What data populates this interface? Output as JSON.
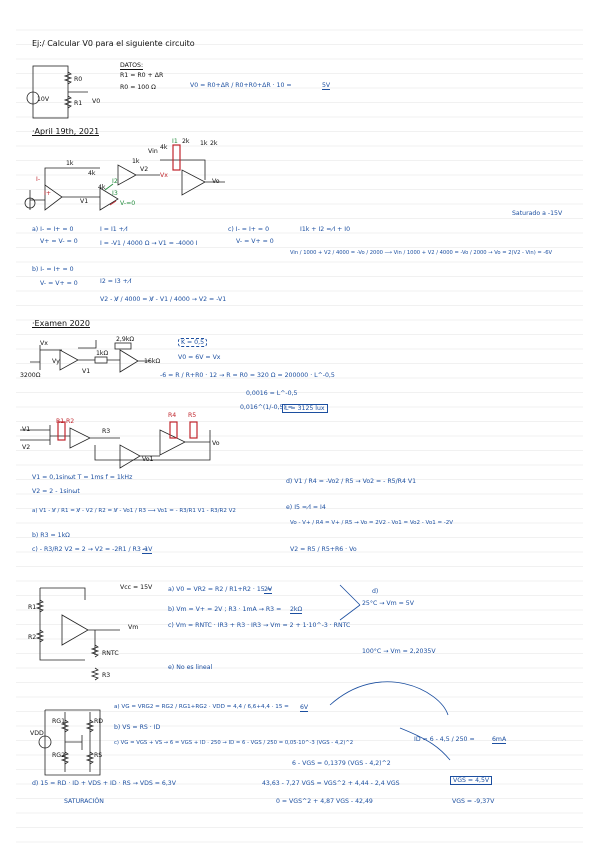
{
  "title": "Ej:/ Calcular V0 para el siguiente circuito",
  "datos": {
    "label": "DATOS:",
    "l1": "R1 = R0 + ΔR",
    "l2": "R0 = 100 Ω"
  },
  "c1": {
    "src": "10V",
    "r0": "R0",
    "r1": "R1",
    "v0": "V0",
    "eq_a": "V0 = R0+ΔR / R0+R0+ΔR · 10 =",
    "eq_res": "5V"
  },
  "apr": {
    "heading": "·April 19th, 2021",
    "labels": [
      "1k",
      "4k",
      "1k",
      "Vin",
      "4k",
      "I1",
      "2k",
      "1k",
      "2k",
      "I-",
      "I+",
      "V1",
      "4k",
      "I2",
      "I3",
      "Vx",
      "V2",
      "Vo",
      "V-=0"
    ],
    "sat": "Saturado a -15V",
    "a1": "a) I- = I+ = 0",
    "a2": "V+ = V- = 0",
    "a3": "I = I1 + I̸",
    "a4": "I = -V1 / 4000 Ω → V1 = -4000 I",
    "c1": "c) I- = I+ = 0",
    "c2": "V- = V+ = 0",
    "c3": "I1k + I2 = I̸ + I0",
    "c4": "Vin / 1000 + V2 / 4000 = -Vo / 2000 ⟶ Vin / 1000 + V2 / 4000 = -Vo / 2000 → Vo = 2(V2 - Vin) = -6V",
    "b1": "b) I- = I+ = 0",
    "b2": "V- = V+ = 0",
    "b3": "I2 = I3 + I̸",
    "b4": "V2 - V̸ / 4000 = V̸ - V1 / 4000 → V2 = -V1"
  },
  "ex": {
    "heading": "·Examen 2020",
    "labels": [
      "Vx",
      "3200Ω",
      "Vy",
      "V1",
      "1kΩ",
      "2,9kΩ",
      "16kΩ"
    ],
    "k": "K = 0,5",
    "l1": "V0 = 6V = Vx",
    "l2": "-6 = R / R+R0 · 12 → R = R0 = 320 Ω = 200000 · L^-0,5",
    "l3": "0,0016 = L^-0,5",
    "l4": "0,016^(1/-0,5) =",
    "res": "L = 3125 lux"
  },
  "s3": {
    "labels": [
      "V1",
      "R1",
      "R2",
      "V2",
      "R3",
      "R4",
      "R5",
      "Vo",
      "Vo1"
    ],
    "v1": "V1 = 0,1sinωt   T = 1ms   f = 1kHz",
    "v2": "V2 = 2 - 1sinωt",
    "a": "a) V1 - V̸ / R1 = V̸ - V2 / R2 = V̸ - Vo1 / R3 ⟶ Vo1 = - R3/R1 V1 - R3/R2 V2",
    "b": "b) R3 = 1kΩ",
    "c": "c) - R3/R2 V2 = 2 → V2 = -2R1 / R3 =",
    "cres": "-1V",
    "d": "d) V1 / R4 = -Vo2 / R5 → Vo2 = - R5/R4 V1",
    "e": "e) I5 = I̸ = I4",
    "e2": "Vo - V+ / R4 = V+ / R5 → Vo = 2V2 - Vo1 = Vo2 - Vo1 = -2V",
    "e3": "V2 = R5 / R5+R6 · Vo"
  },
  "s4": {
    "labels": [
      "Vcc = 15V",
      "R1",
      "R2",
      "Vm",
      "RNTC",
      "R3"
    ],
    "a": "a) V0 = VR2 = R2 / R1+R2 · 15 =",
    "ares": "2V",
    "b": "b) Vm = V+ = 2V ; R3 · 1mA → R3 =",
    "bres": "2kΩ",
    "c": "c) Vm = RNTC · IR3 + R3 · IR3 → Vm = 2 + 1·10^-3 · RNTC",
    "d": "d)",
    "d1": "25°C → Vm = 5V",
    "d2": "100°C → Vm = 2,2035V",
    "e": "e) No es lineal"
  },
  "s5": {
    "labels": [
      "VDD",
      "RG1",
      "RG2",
      "RD",
      "RS"
    ],
    "a": "a) VG = VRG2 = RG2 / RG1+RG2 · VDD = 4,4 / 6,6+4,4 · 15 =",
    "ares": "6V",
    "b": "b) VS = RS · ID",
    "c": "c) VG = VGS + VS → 6 = VGS + ID · 250 → ID = 6 - VGS / 250 = 0,05·10^-3 (VGS - 4,2)^2",
    "c2": "6 - VGS = 0,1379 (VGS - 4,2)^2",
    "c3": "43,63 - 7,27 VGS = VGS^2 + 4,44 - 2,4 VGS",
    "c4": "0 = VGS^2 + 4,87 VGS - 42,49",
    "r1": "VGS = 4,5V",
    "r2": "VGS = -9,37V",
    "id": "ID = 6 - 4,5 / 250 =",
    "idres": "6mA",
    "d": "d) 15 = RD · ID + VDS + ID · RS → VDS = 6,3V",
    "sat": "SATURACIÓN"
  }
}
